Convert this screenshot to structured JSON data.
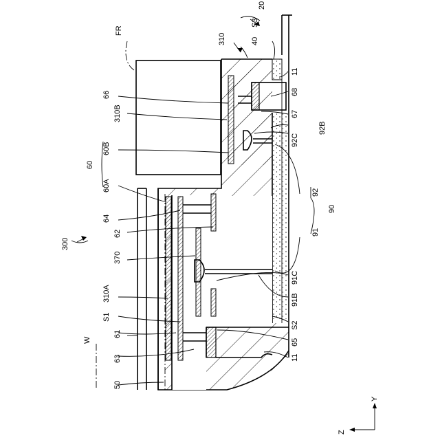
{
  "figure": {
    "labels": {
      "20": "20",
      "S3": "S3",
      "40": "40",
      "310": "310",
      "FR": "FR",
      "11a": "11",
      "68": "68",
      "66": "66",
      "310B": "310B",
      "67": "67",
      "92B": "92B",
      "92C": "92C",
      "60B": "60B",
      "60": "60",
      "60A": "60A",
      "92": "92",
      "90": "90",
      "91": "91",
      "64": "64",
      "62": "62",
      "300": "300",
      "370": "370",
      "91C": "91C",
      "310A": "310A",
      "91B": "91B",
      "S1": "S1",
      "S2": "S2",
      "61": "61",
      "W": "W",
      "65": "65",
      "11b": "11",
      "63": "63",
      "50": "50"
    },
    "axes": {
      "y": "Y",
      "z": "Z"
    }
  }
}
